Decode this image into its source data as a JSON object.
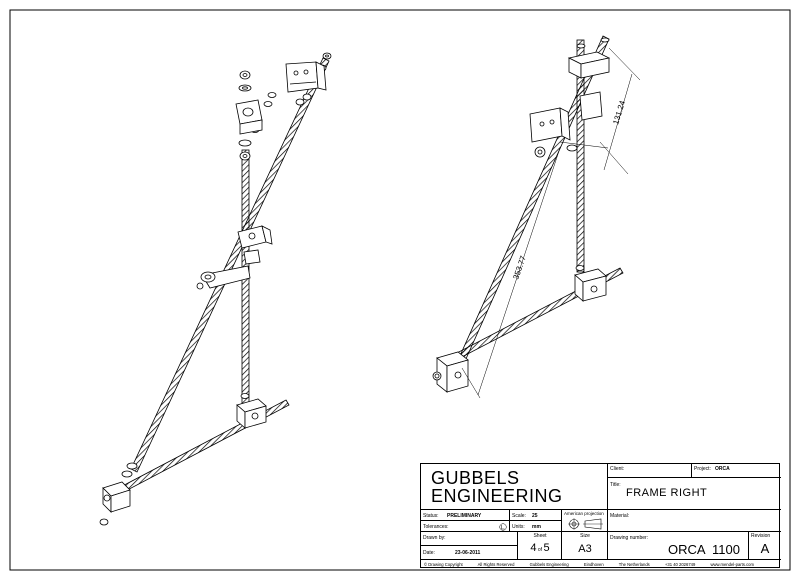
{
  "dimensions": [
    "131.24",
    "353.77"
  ],
  "title_block": {
    "company_line1": "GUBBELS",
    "company_line2": "ENGINEERING",
    "client_label": "Client:",
    "client_value": "",
    "project_label": "Project:",
    "project_value": "ORCA",
    "title_label": "Title:",
    "title_value": "FRAME RIGHT",
    "status_label": "Status:",
    "status_value": "PRELIMINARY",
    "scale_label": "Scale:",
    "scale_value": "25",
    "projection_label": "American projection",
    "tolerances_label": "Tolerances:",
    "units_label": "Units:",
    "units_value": "mm",
    "material_label": "Material:",
    "drawn_label": "Drawn by:",
    "sheet_label": "Sheet",
    "sheet_number": "4",
    "sheet_of": "of",
    "sheet_total": "5",
    "size_label": "Size",
    "size_value": "A3",
    "drawing_number_label": "Drawing number:",
    "drawing_number_value": "ORCA  1100",
    "revision_label": "Revision",
    "revision_value": "A",
    "date_label": "Date:",
    "date_value": "23-06-2011"
  },
  "footer": {
    "copyright": "© Drawing Copyright",
    "rights": "All Rights Reserved",
    "company": "Gubbels Engineering",
    "city": "Eindhoven",
    "country": "The Netherlands",
    "phone": "+31 40 2026749",
    "website": "www.mendel-parts.com"
  }
}
